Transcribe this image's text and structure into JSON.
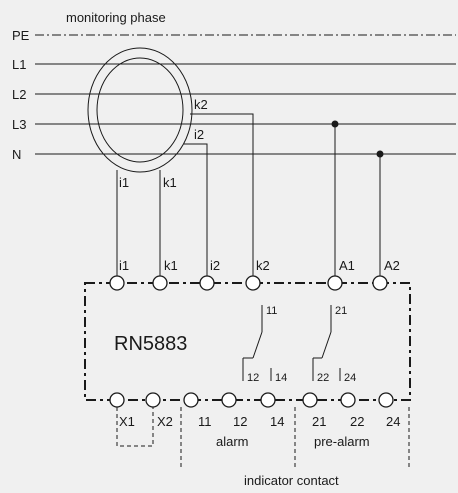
{
  "monitoring_label": "monitoring phase",
  "lines": [
    {
      "id": "pe",
      "label": "PE"
    },
    {
      "id": "l1",
      "label": "L1"
    },
    {
      "id": "l2",
      "label": "L2"
    },
    {
      "id": "l3",
      "label": "L3"
    },
    {
      "id": "n",
      "label": "N"
    }
  ],
  "transformer": {
    "k2": "k2",
    "i2": "i2",
    "i1": "i1",
    "k1": "k1"
  },
  "top_terminals": [
    "i1",
    "k1",
    "i2",
    "k2",
    "A1",
    "A2"
  ],
  "device_name": "RN5883",
  "contacts": {
    "relay1": {
      "common": "11",
      "nc": "12",
      "no": "14"
    },
    "relay2": {
      "common": "21",
      "nc": "22",
      "no": "24"
    }
  },
  "bottom_terminals": [
    "X1",
    "X2",
    "11",
    "12",
    "14",
    "21",
    "22",
    "24"
  ],
  "groups": {
    "alarm": "alarm",
    "pre_alarm": "pre-alarm",
    "indicator": "indicator contact"
  }
}
